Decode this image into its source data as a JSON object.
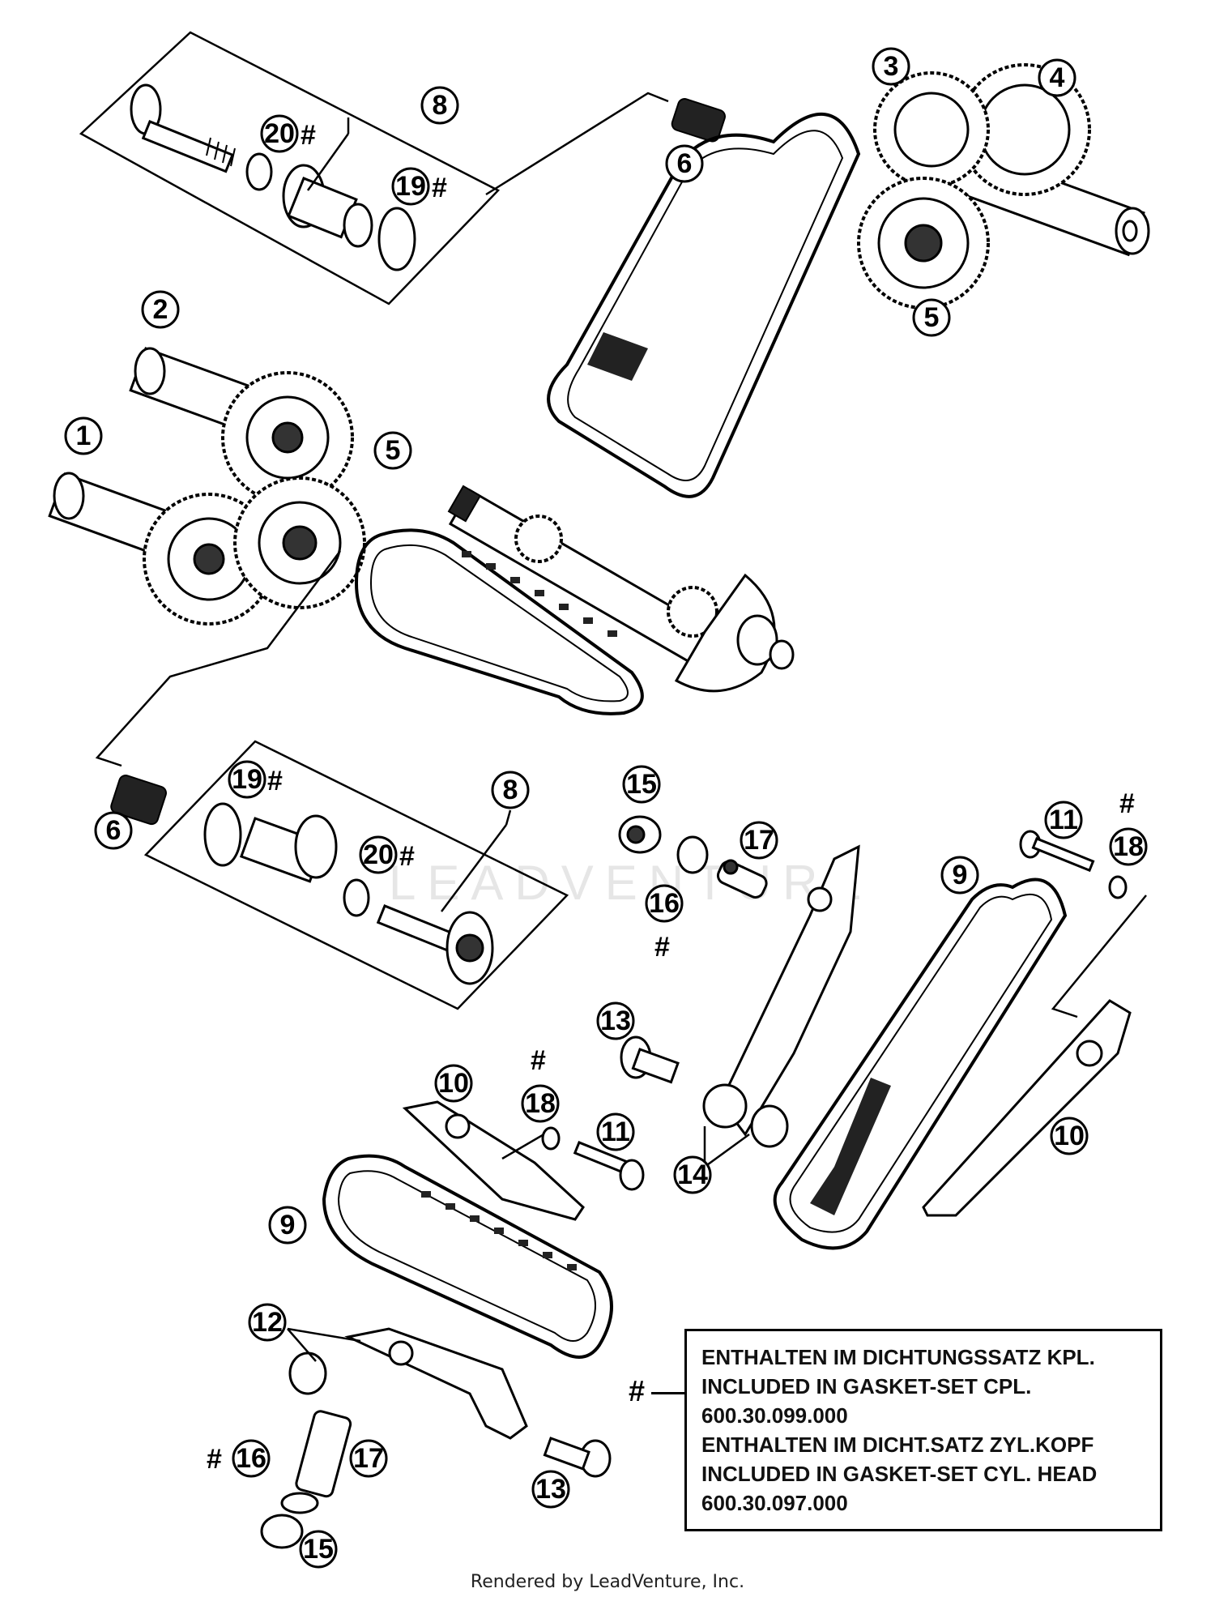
{
  "callouts": {
    "c1": "1",
    "c2": "2",
    "c3": "3",
    "c4": "4",
    "c5a": "5",
    "c5b": "5",
    "c6a": "6",
    "c6b": "6",
    "c8a": "8",
    "c8b": "8",
    "c9a": "9",
    "c9b": "9",
    "c10a": "10",
    "c10b": "10",
    "c11a": "11",
    "c11b": "11",
    "c12": "12",
    "c13a": "13",
    "c13b": "13",
    "c14": "14",
    "c15a": "15",
    "c15b": "15",
    "c16a": "16",
    "c16b": "16",
    "c17a": "17",
    "c17b": "17",
    "c18a": "18",
    "c18b": "18",
    "c19a": "19",
    "c19b": "19",
    "c20a": "20",
    "c20b": "20"
  },
  "hash_symbol": "#",
  "note": {
    "symbol": "#",
    "line1": "ENTHALTEN IM DICHTUNGSSATZ KPL.",
    "line2": "INCLUDED IN GASKET-SET CPL.",
    "line3": "600.30.099.000",
    "line4": "ENTHALTEN IM DICHT.SATZ ZYL.KOPF",
    "line5": "INCLUDED IN GASKET-SET CYL. HEAD",
    "line6": "600.30.097.000"
  },
  "watermark": "LEADVENTURE",
  "footer": "Rendered by LeadVenture, Inc."
}
